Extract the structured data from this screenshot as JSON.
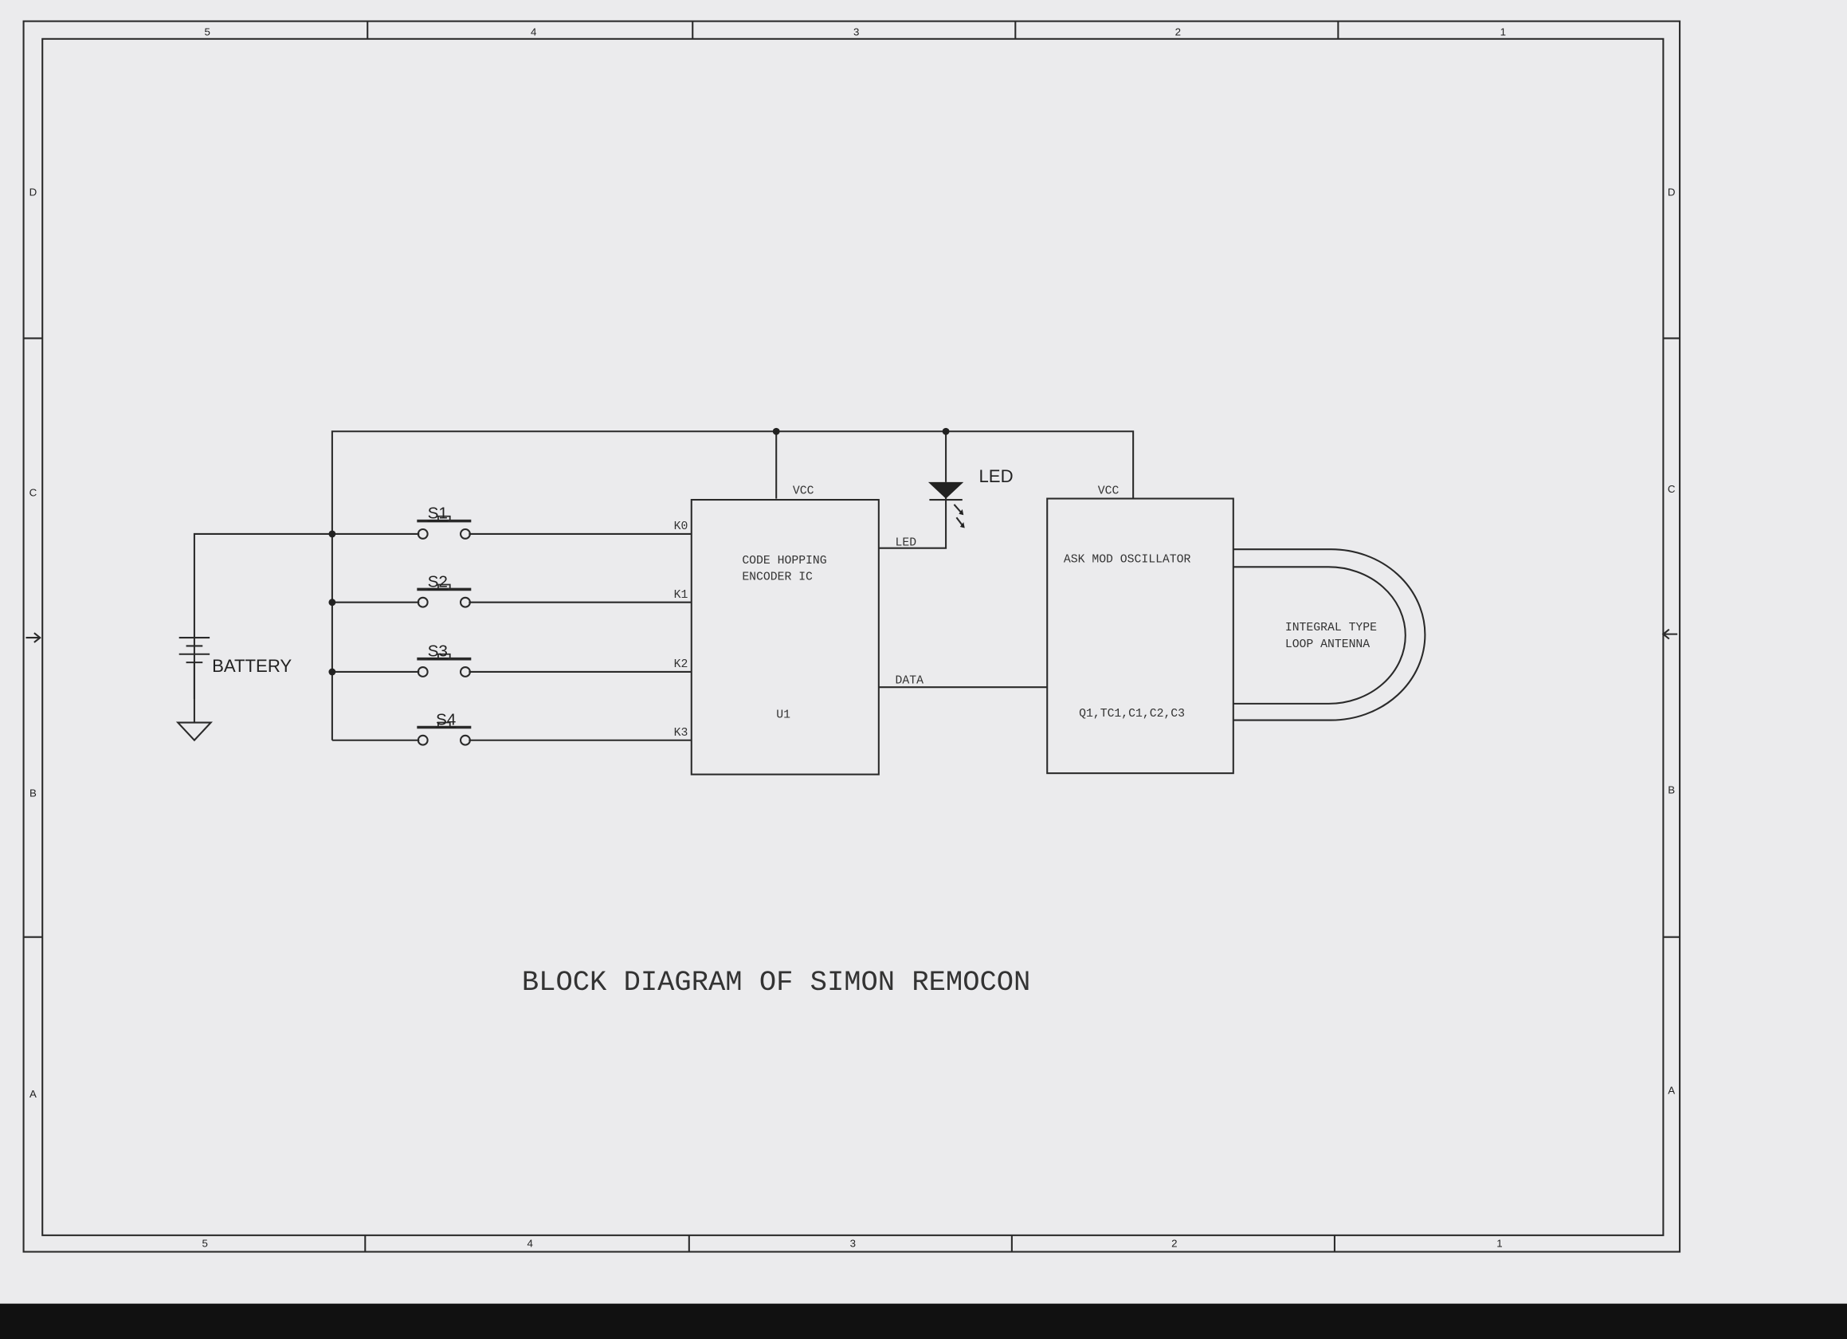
{
  "frame": {
    "columns": [
      "5",
      "4",
      "3",
      "2",
      "1"
    ],
    "rows": [
      "D",
      "C",
      "B",
      "A"
    ]
  },
  "title": "BLOCK DIAGRAM OF SIMON REMOCON",
  "battery": {
    "label": "BATTERY"
  },
  "switches": [
    "S1",
    "S2",
    "S3",
    "S4"
  ],
  "encoder": {
    "name": "CODE HOPPING",
    "name2": "ENCODER IC",
    "ref": "U1",
    "vcc": "VCC",
    "pins": [
      "K0",
      "K1",
      "K2",
      "K3"
    ],
    "led_pin": "LED",
    "data_pin": "DATA"
  },
  "led": {
    "label": "LED"
  },
  "oscillator": {
    "name": "ASK MOD OSCILLATOR",
    "vcc": "VCC",
    "parts": "Q1,TC1,C1,C2,C3"
  },
  "antenna": {
    "line1": "INTEGRAL TYPE",
    "line2": "LOOP ANTENNA"
  }
}
